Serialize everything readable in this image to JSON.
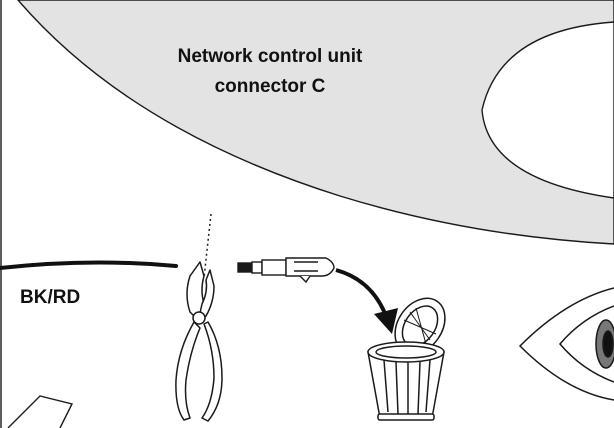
{
  "connector": {
    "title_line1": "Network control unit",
    "title_line2": "connector C"
  },
  "wire": {
    "color_code": "BK/RD"
  },
  "icons": [
    "connector-housing-shape",
    "wire-icon",
    "side-cutter-pliers-icon",
    "cut-line-icon",
    "terminal-pin-icon",
    "discard-arrow-icon",
    "trash-bin-icon",
    "eye-inspect-icon"
  ],
  "colors": {
    "connector_fill": "#e3e3e3",
    "outline": "#1a1a1a",
    "background": "#ffffff"
  }
}
